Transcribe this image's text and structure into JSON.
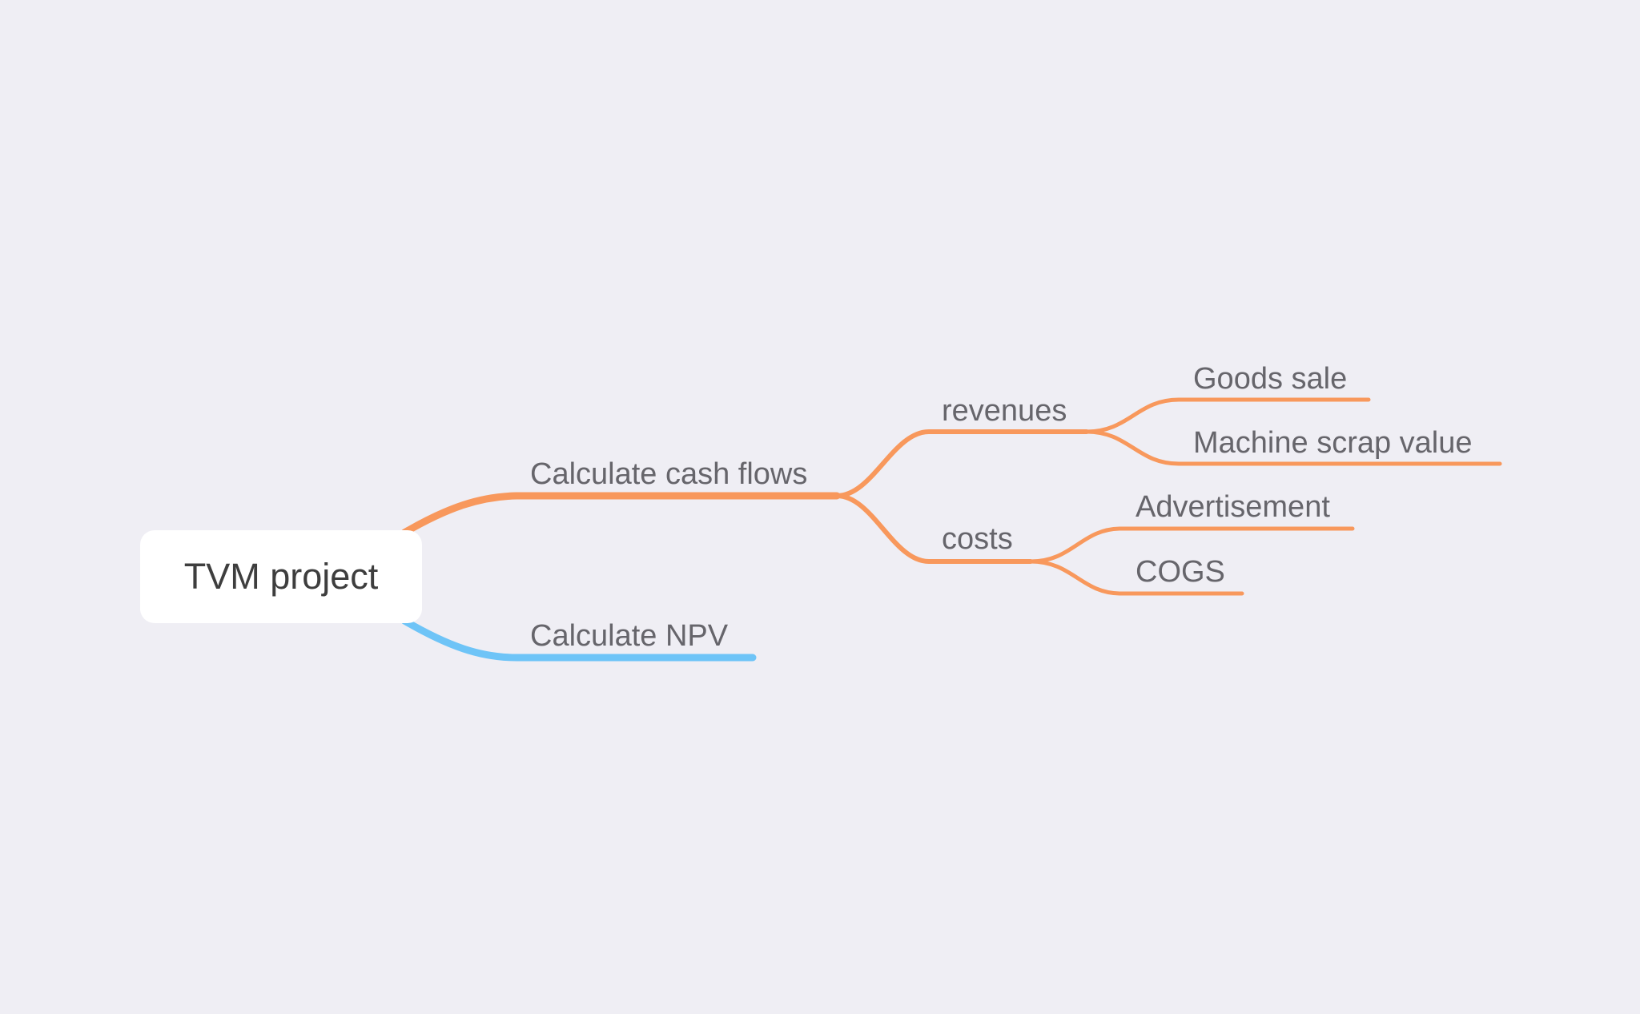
{
  "mindmap": {
    "root": {
      "label": "TVM project"
    },
    "branches": [
      {
        "label": "Calculate cash flows",
        "color": "#f8985c",
        "children": [
          {
            "label": "revenues",
            "children": [
              {
                "label": "Goods sale"
              },
              {
                "label": "Machine scrap value"
              }
            ]
          },
          {
            "label": "costs",
            "children": [
              {
                "label": "Advertisement"
              },
              {
                "label": "COGS"
              }
            ]
          }
        ]
      },
      {
        "label": "Calculate NPV",
        "color": "#6ec4f7",
        "children": []
      }
    ]
  }
}
